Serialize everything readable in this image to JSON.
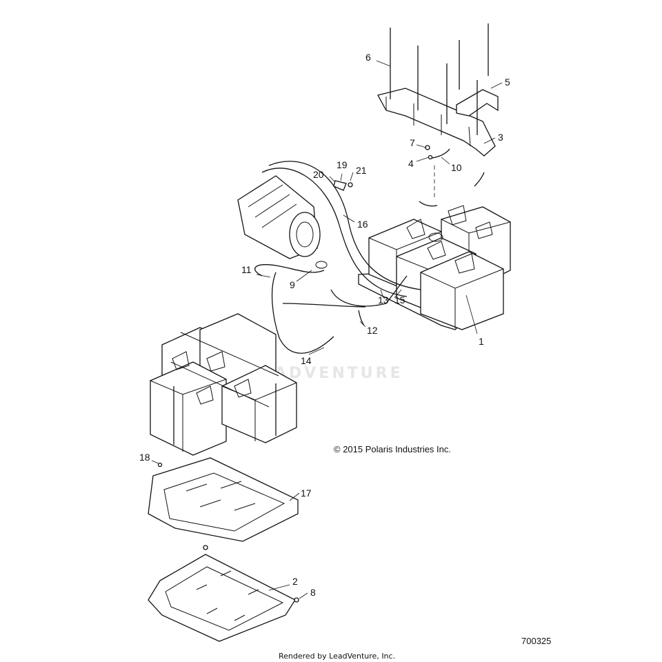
{
  "diagram": {
    "watermark": "ADVENTURE",
    "copyright": "© 2015 Polaris Industries Inc.",
    "diagram_code": "700325",
    "rendered_by": "Rendered by LeadVenture, Inc.",
    "callouts": [
      "1",
      "2",
      "3",
      "4",
      "5",
      "6",
      "7",
      "8",
      "9",
      "10",
      "11",
      "12",
      "13",
      "14",
      "15",
      "16",
      "17",
      "18",
      "19",
      "20",
      "21"
    ]
  }
}
